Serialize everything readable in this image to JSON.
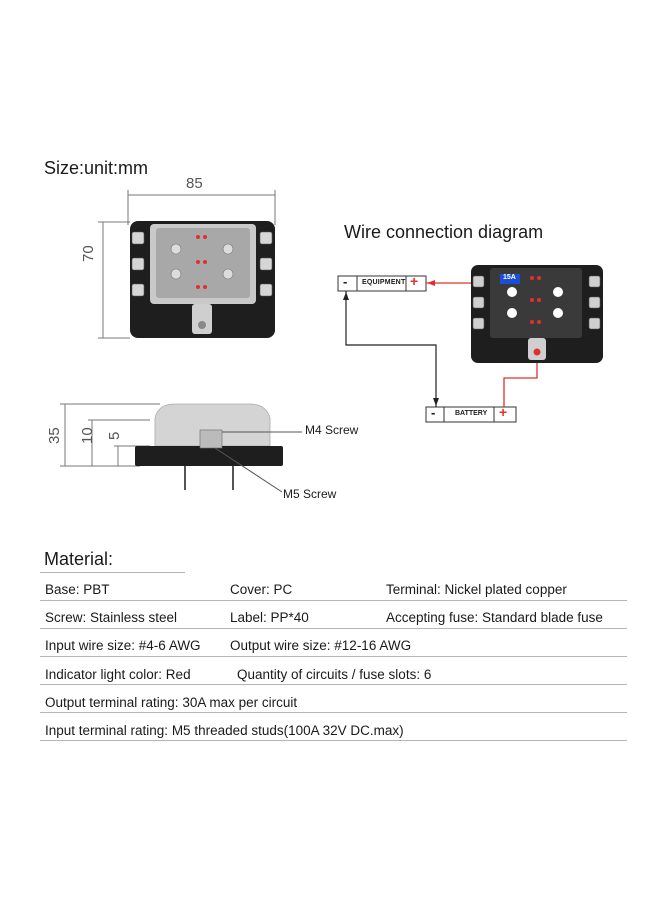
{
  "size": {
    "title": "Size:unit:mm",
    "width": "85",
    "height": "70"
  },
  "side_view": {
    "d35": "35",
    "d10": "10",
    "d5": "5",
    "m4_label": "M4 Screw",
    "m5_label": "M5 Screw"
  },
  "wiring": {
    "title": "Wire connection diagram",
    "equipment_label": "EQUIPMENT",
    "battery_label": "BATTERY",
    "minus": "-",
    "plus": "+",
    "fuse_rating": "15A"
  },
  "material": {
    "title": "Material:",
    "rows": [
      [
        "Base: PBT",
        "Cover: PC",
        "Terminal: Nickel plated copper"
      ],
      [
        "Screw: Stainless steel",
        "Label: PP*40",
        "Accepting fuse: Standard blade fuse"
      ],
      [
        "Input wire size: #4-6 AWG",
        "Output wire size: #12-16 AWG"
      ],
      [
        "Indicator light color: Red",
        "Quantity of circuits / fuse slots: 6"
      ],
      [
        "Output terminal rating: 30A max per circuit"
      ],
      [
        "Input terminal rating: M5 threaded studs(100A 32V DC.max)"
      ]
    ]
  },
  "colors": {
    "wire_red": "#e0302e",
    "wire_dark": "#222222",
    "body": "#1e1e1e",
    "cover": "#9a9a9a"
  }
}
